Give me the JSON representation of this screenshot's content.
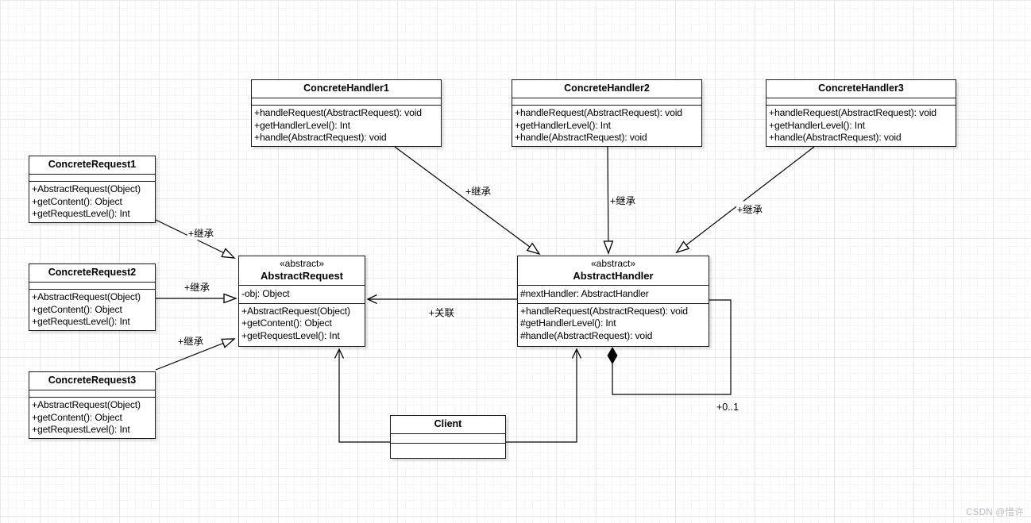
{
  "page": {
    "watermark": "CSDN @惜许"
  },
  "classes": {
    "concreteHandler1": {
      "title": "ConcreteHandler1",
      "methods": [
        "+handleRequest(AbstractRequest): void",
        "+getHandlerLevel(): Int",
        "+handle(AbstractRequest): void"
      ]
    },
    "concreteHandler2": {
      "title": "ConcreteHandler2",
      "methods": [
        "+handleRequest(AbstractRequest): void",
        "+getHandlerLevel(): Int",
        "+handle(AbstractRequest): void"
      ]
    },
    "concreteHandler3": {
      "title": "ConcreteHandler3",
      "methods": [
        "+handleRequest(AbstractRequest): void",
        "+getHandlerLevel(): Int",
        "+handle(AbstractRequest): void"
      ]
    },
    "concreteRequest1": {
      "title": "ConcreteRequest1",
      "methods": [
        "+AbstractRequest(Object)",
        "+getContent(): Object",
        "+getRequestLevel(): Int"
      ]
    },
    "concreteRequest2": {
      "title": "ConcreteRequest2",
      "methods": [
        "+AbstractRequest(Object)",
        "+getContent(): Object",
        "+getRequestLevel(): Int"
      ]
    },
    "concreteRequest3": {
      "title": "ConcreteRequest3",
      "methods": [
        "+AbstractRequest(Object)",
        "+getContent(): Object",
        "+getRequestLevel(): Int"
      ]
    },
    "abstractRequest": {
      "stereotype": "«abstract»",
      "title": "AbstractRequest",
      "attributes": [
        "-obj: Object"
      ],
      "methods": [
        "+AbstractRequest(Object)",
        "+getContent(): Object",
        "+getRequestLevel(): Int"
      ]
    },
    "abstractHandler": {
      "stereotype": "«abstract»",
      "title": "AbstractHandler",
      "attributes": [
        "#nextHandler: AbstractHandler"
      ],
      "methods": [
        "+handleRequest(AbstractRequest): void",
        "#getHandlerLevel(): Int",
        "#handle(AbstractRequest): void"
      ]
    },
    "client": {
      "title": "Client"
    }
  },
  "edges": {
    "cr1Inherit": {
      "type": "inheritance",
      "label": "+继承"
    },
    "cr2Inherit": {
      "type": "inheritance",
      "label": "+继承"
    },
    "cr3Inherit": {
      "type": "inheritance",
      "label": "+继承"
    },
    "ch1Inherit": {
      "type": "inheritance",
      "label": "+继承"
    },
    "ch2Inherit": {
      "type": "inheritance",
      "label": "+继承"
    },
    "ch3Inherit": {
      "type": "inheritance",
      "label": "+继承"
    },
    "association": {
      "type": "association",
      "label": "+关联"
    },
    "selfComposition": {
      "type": "composition",
      "label": "+0..1"
    }
  }
}
